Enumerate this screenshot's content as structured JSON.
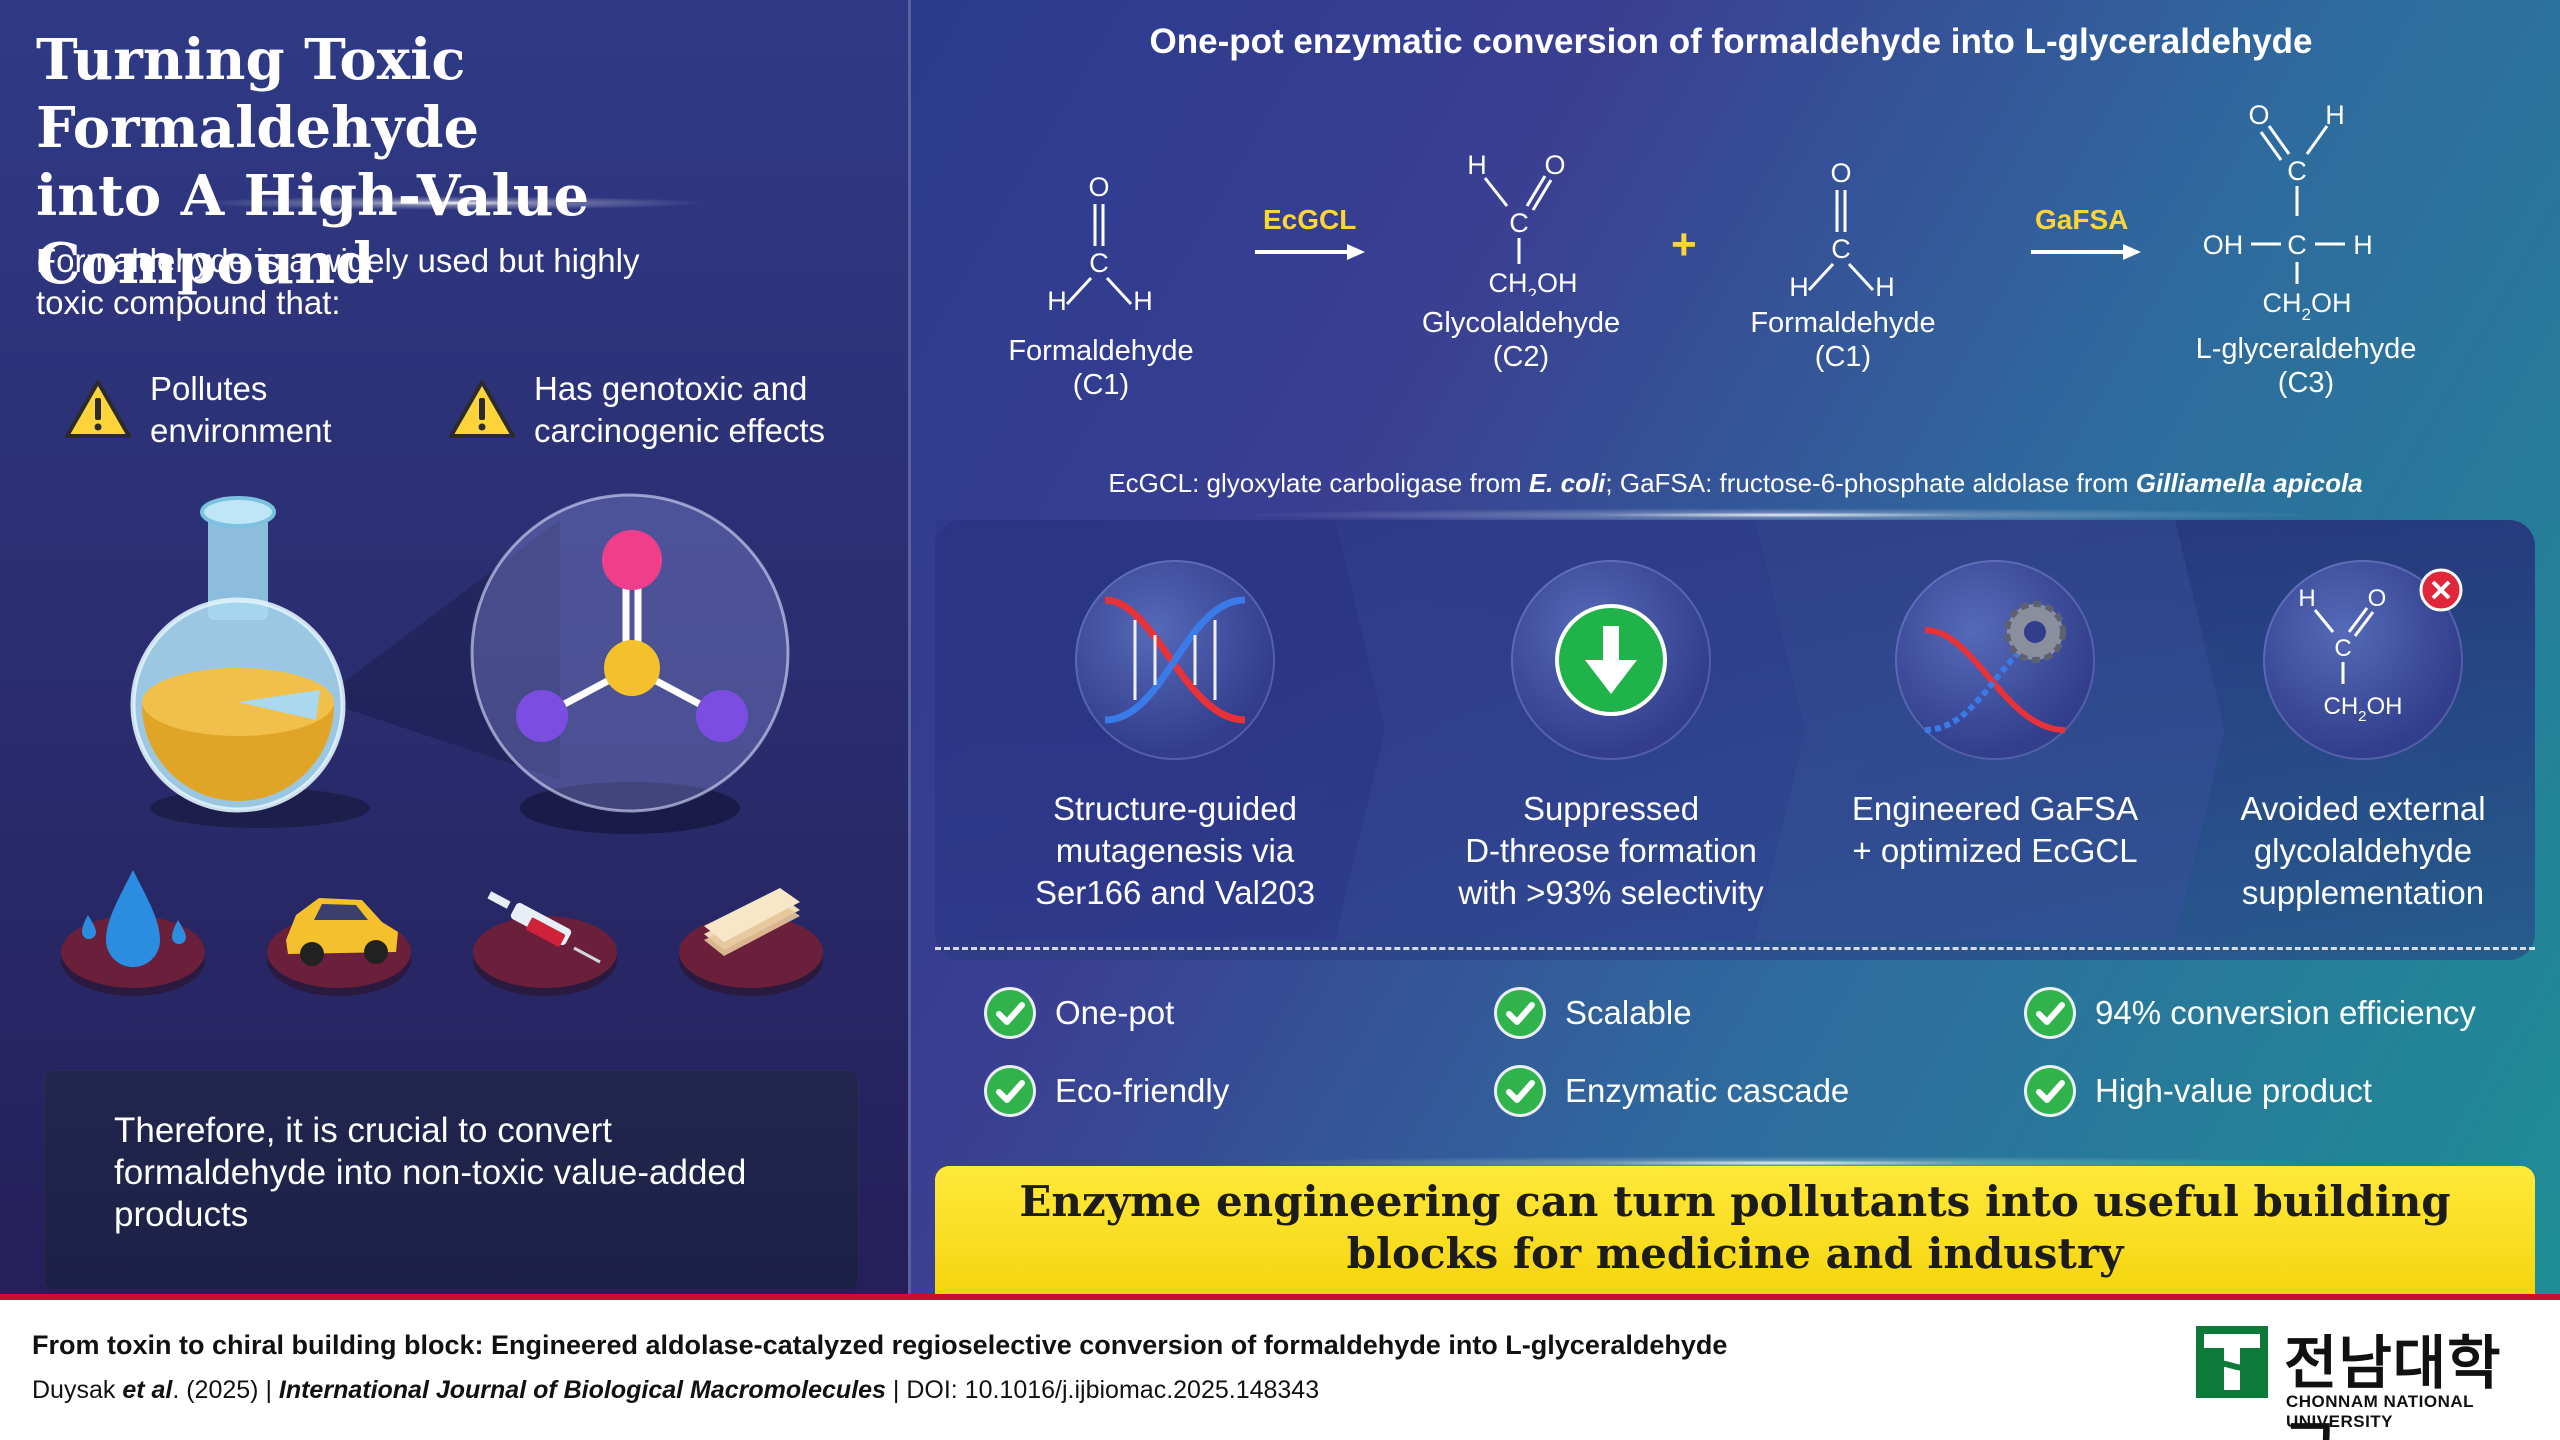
{
  "left": {
    "title_lines": [
      "Turning Toxic Formaldehyde",
      "into A High-Value Compound"
    ],
    "intro_lines": [
      "Formaldehyde is a widely used but highly",
      "toxic compound that:"
    ],
    "hazards": [
      {
        "lines": [
          "Pollutes",
          "environment"
        ],
        "icon": "warning-icon"
      },
      {
        "lines": [
          "Has genotoxic and",
          "carcinogenic effects"
        ],
        "icon": "warning-icon"
      }
    ],
    "usage_icons": [
      "water-drop-icon",
      "car-icon",
      "syringe-icon",
      "wood-board-icon"
    ],
    "conclusion_lines": [
      "Therefore, it is crucial to convert",
      "formaldehyde into non-toxic value-added",
      "products"
    ]
  },
  "right": {
    "reaction_title": "One-pot enzymatic conversion of formaldehyde into L-glyceraldehyde",
    "molecules": [
      {
        "name": "Formaldehyde",
        "code": "(C1)"
      },
      {
        "name": "Glycolaldehyde",
        "code": "(C2)"
      },
      {
        "name": "Formaldehyde",
        "code": "(C1)"
      },
      {
        "name": "L-glyceraldehyde",
        "code": "(C3)"
      }
    ],
    "atoms": {
      "H": "H",
      "O": "O",
      "C": "C",
      "OH": "OH",
      "CH2OH_base": "CH",
      "CH2OH_sub": "2",
      "CH2OH_tail": "OH"
    },
    "enzymes": [
      "EcGCL",
      "GaFSA"
    ],
    "plus": "+",
    "footnote": {
      "a": "EcGCL: glyoxylate carboligase from ",
      "b": "E. coli",
      "c": "; GaFSA: fructose-6-phosphate aldolase from ",
      "d": "Gilliamella apicola"
    },
    "steps": [
      {
        "lines": [
          "Structure-guided",
          "mutagenesis via",
          "Ser166 and Val203"
        ],
        "icon": "dna-icon"
      },
      {
        "lines": [
          "Suppressed",
          "D-threose formation",
          "with >93% selectivity"
        ],
        "icon": "down-arrow-icon"
      },
      {
        "lines": [
          "Engineered GaFSA",
          "+ optimized EcGCL"
        ],
        "icon": "dna-gear-icon"
      },
      {
        "lines": [
          "Avoided external",
          "glycolaldehyde",
          "supplementation"
        ],
        "icon": "glycolaldehyde-crossed-icon"
      }
    ],
    "features": [
      "One-pot",
      "Scalable",
      "94% conversion efficiency",
      "Eco-friendly",
      "Enzymatic cascade",
      "High-value product"
    ],
    "banner_lines": [
      "Enzyme engineering can turn pollutants into useful building",
      "blocks for medicine and industry"
    ]
  },
  "footer": {
    "paper_title": "From toxin to chiral building block: Engineered aldolase-catalyzed regioselective conversion of formaldehyde into L-glyceraldehyde",
    "author": "Duysak ",
    "et_al": "et al",
    "year": ". (2025)  | ",
    "journal": "International Journal of Biological Macromolecules",
    "doi": " | DOI: 10.1016/j.ijbiomac.2025.148343",
    "logo_korean": "전남대학교",
    "logo_english": "CHONNAM NATIONAL UNIVERSITY"
  },
  "colors": {
    "accent_yellow": "#ffd43b",
    "check_green": "#2fb34a",
    "banner_yellow": "#f5d50f",
    "footer_red": "#c8102e"
  }
}
